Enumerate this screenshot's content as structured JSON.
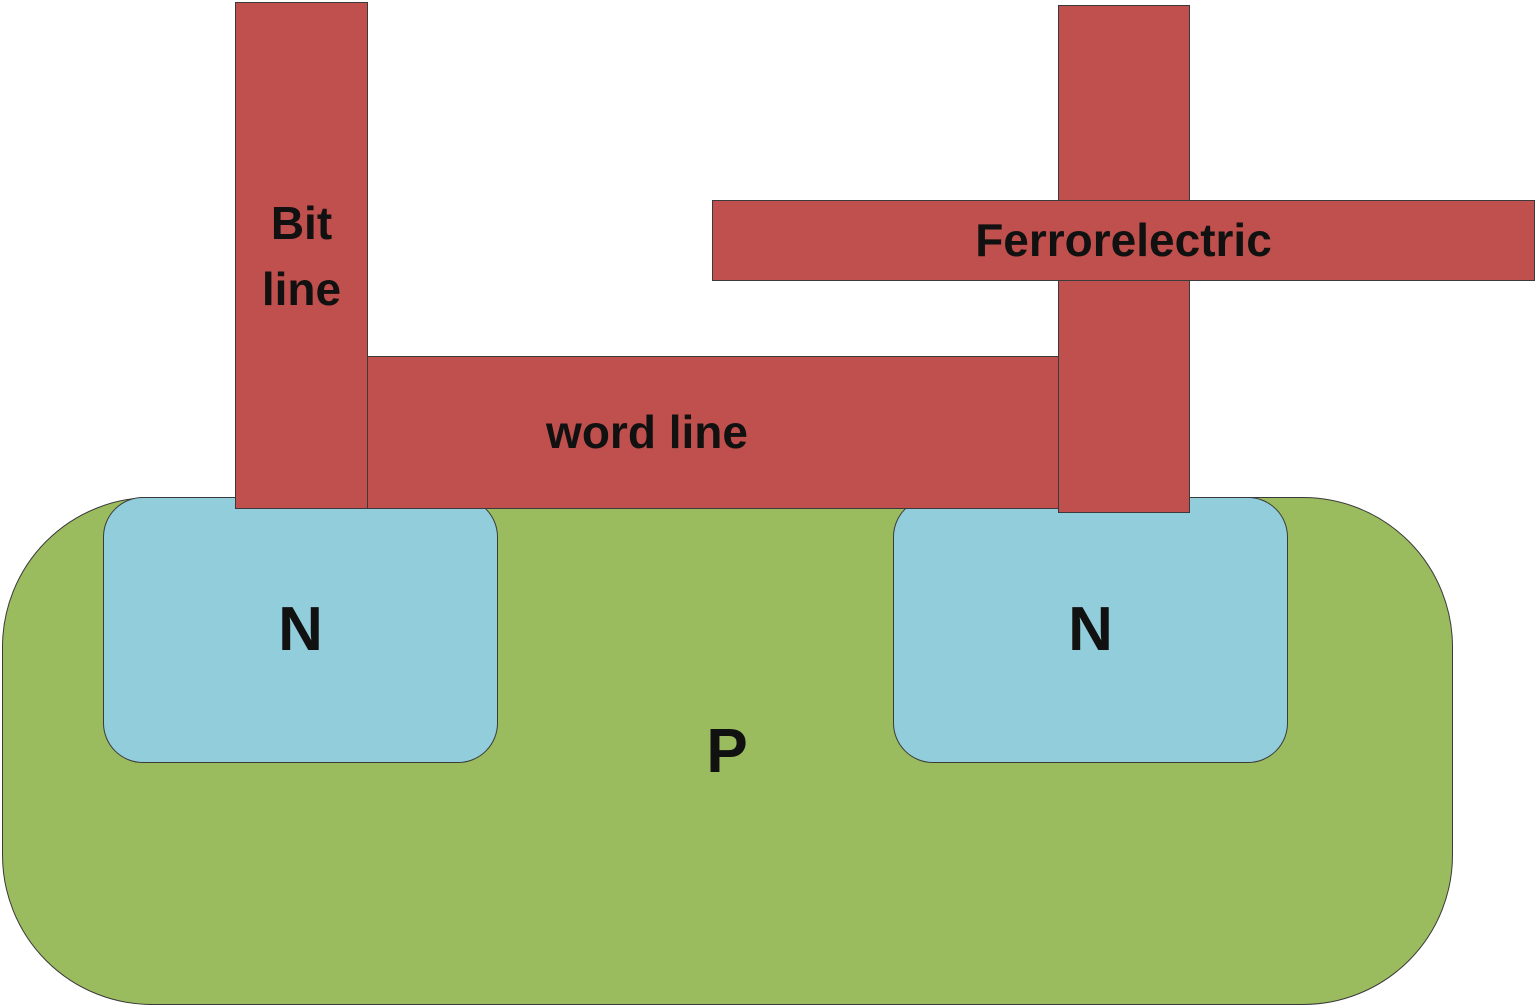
{
  "diagram": {
    "colors": {
      "substrate_p": "#9bbb5f",
      "well_n": "#92cddc",
      "electrode": "#c0504d",
      "outline": "#3a3a3a",
      "text": "#111111"
    },
    "labels": {
      "bit_line": "Bit line",
      "word_line": "word line",
      "ferroelectric": "Ferrorelectric",
      "n_left": "N",
      "n_right": "N",
      "p": "P"
    }
  }
}
